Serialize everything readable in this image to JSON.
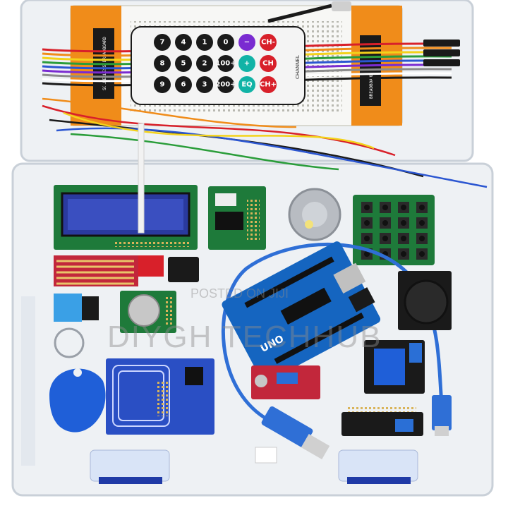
{
  "watermark": {
    "line1": "POSTED ON JIJI",
    "line2": "DIYGH TECHHUB"
  },
  "remote": {
    "keys": [
      "7",
      "4",
      "1",
      "0",
      "−",
      "CH-",
      "8",
      "5",
      "2",
      "100+",
      "+",
      "CH",
      "9",
      "6",
      "3",
      "200+",
      "EQ",
      "CH+"
    ],
    "key_colors": {
      "dark": "#1a1a1a",
      "purple": "#7a2bd1",
      "teal": "#11b3a6",
      "red": "#d8202a"
    },
    "label": "CHANNEL"
  },
  "board_labels": {
    "uno": "UNO",
    "breadboard_left": "SOLDERLESS BREADBOARD",
    "breadboard_right": "BREADBOARD"
  },
  "colors": {
    "case": "#eef1f4",
    "case_edge": "#c9d0d8",
    "lid_blue": "#1f3aa6",
    "arduino_blue": "#1565c0",
    "pcb_green": "#1e7a3a",
    "pcb_red": "#c2273b",
    "usb_cable": "#2f6fd6",
    "rfid_blue": "#2a4fc4",
    "keyfob": "#1f5fd8",
    "lcd_screen": "#2a3a9e",
    "breadboard_orange": "#f08c1a"
  }
}
